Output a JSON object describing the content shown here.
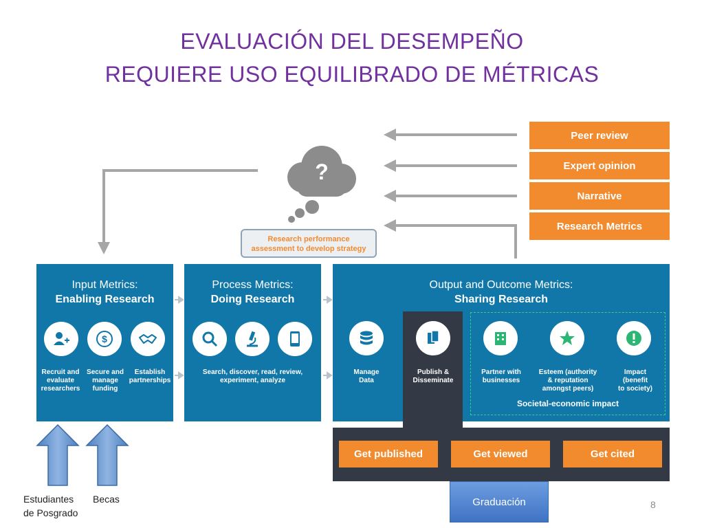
{
  "title": {
    "line1": "EVALUACIÓN DEL DESEMPEÑO",
    "line2": "REQUIERE USO EQUILIBRADO DE MÉTRICAS"
  },
  "methods": [
    "Peer review",
    "Expert opinion",
    "Narrative",
    "Research Metrics"
  ],
  "cloud": {
    "symbol": "?",
    "caption_line1": "Research performance",
    "caption_line2": "assessment to develop strategy"
  },
  "input_panel": {
    "title_line1": "Input Metrics:",
    "title_line2": "Enabling Research",
    "items": [
      {
        "icon": "add-user-icon",
        "label_line1": "Recruit and",
        "label_line2": "evaluate",
        "label_line3": "researchers"
      },
      {
        "icon": "dollar-icon",
        "label_line1": "Secure and",
        "label_line2": "manage",
        "label_line3": "funding"
      },
      {
        "icon": "handshake-icon",
        "label_line1": "Establish",
        "label_line2": "partnerships",
        "label_line3": ""
      }
    ]
  },
  "process_panel": {
    "title_line1": "Process Metrics:",
    "title_line2": "Doing Research",
    "label_line1": "Search, discover, read, review,",
    "label_line2": "experiment, analyze",
    "icons": [
      "search-icon",
      "microscope-icon",
      "tablet-icon"
    ]
  },
  "output_panel": {
    "title_line1": "Output and Outcome Metrics:",
    "title_line2": "Sharing Research",
    "items": [
      {
        "icon": "database-icon",
        "label_line1": "Manage",
        "label_line2": "Data",
        "label_line3": ""
      },
      {
        "icon": "publish-icon",
        "label_line1": "Publish &",
        "label_line2": "Disseminate",
        "label_line3": ""
      },
      {
        "icon": "building-icon",
        "label_line1": "Partner with",
        "label_line2": "businesses",
        "label_line3": ""
      },
      {
        "icon": "star-icon",
        "label_line1": "Esteem (authority",
        "label_line2": "& reputation",
        "label_line3": "amongst peers)"
      },
      {
        "icon": "exclamation-icon",
        "label_line1": "Impact",
        "label_line2": "(benefit",
        "label_line3": "to society)"
      }
    ],
    "societal_label": "Societal-economic impact"
  },
  "get_boxes": [
    "Get published",
    "Get viewed",
    "Get cited"
  ],
  "bottom_labels": {
    "students_line1": "Estudiantes",
    "students_line2": "de Posgrado",
    "scholarships": "Becas",
    "graduation": "Graduación"
  },
  "page_number": "8",
  "colors": {
    "title": "#7030a0",
    "orange": "#f28a2e",
    "panel_blue": "#1177a8",
    "dark": "#343a45",
    "arrow_gray": "#a6a6a6"
  }
}
